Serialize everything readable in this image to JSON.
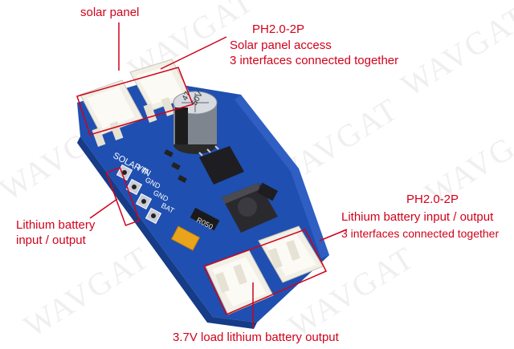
{
  "watermark": "WAVGAT",
  "labels": {
    "solar_panel": "solar panel",
    "ph_top": "PH2.0-2P",
    "solar_access_1": "Solar panel access",
    "solar_access_2": "3 interfaces connected together",
    "lithium_left_1": "Lithium battery",
    "lithium_left_2": "input / output",
    "ph_right": "PH2.0-2P",
    "lithium_right_1": "Lithium battery input / output",
    "lithium_right_2": "3 interfaces connected together",
    "load_output": "3.7V load lithium battery output"
  },
  "board_text": {
    "solar_in": "SOLAR IN",
    "pins": [
      "VIN",
      "GND",
      "GND",
      "BAT"
    ],
    "capacitor_1": "47",
    "capacitor_2": "50V",
    "resistor": "R050"
  },
  "colors": {
    "label": "#d0021b",
    "pcb": "#1f4fb0"
  }
}
